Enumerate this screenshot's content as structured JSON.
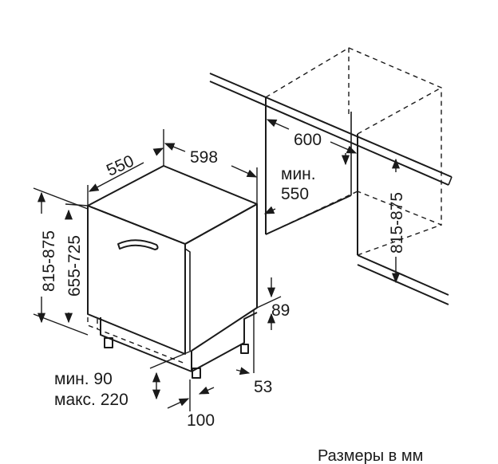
{
  "dimensions": {
    "depth": "550",
    "width": "598",
    "niche_width": "600",
    "niche_min_depth_prefix": "мин.",
    "niche_min_depth": "550",
    "total_height": "815-875",
    "body_height": "655-725",
    "niche_height": "815-875",
    "plinth_height": "89",
    "plinth_recess": "53",
    "foot_adjust_min": "мин. 90",
    "foot_adjust_max": "макс. 220",
    "foot_offset": "100"
  },
  "caption": "Размеры в мм"
}
